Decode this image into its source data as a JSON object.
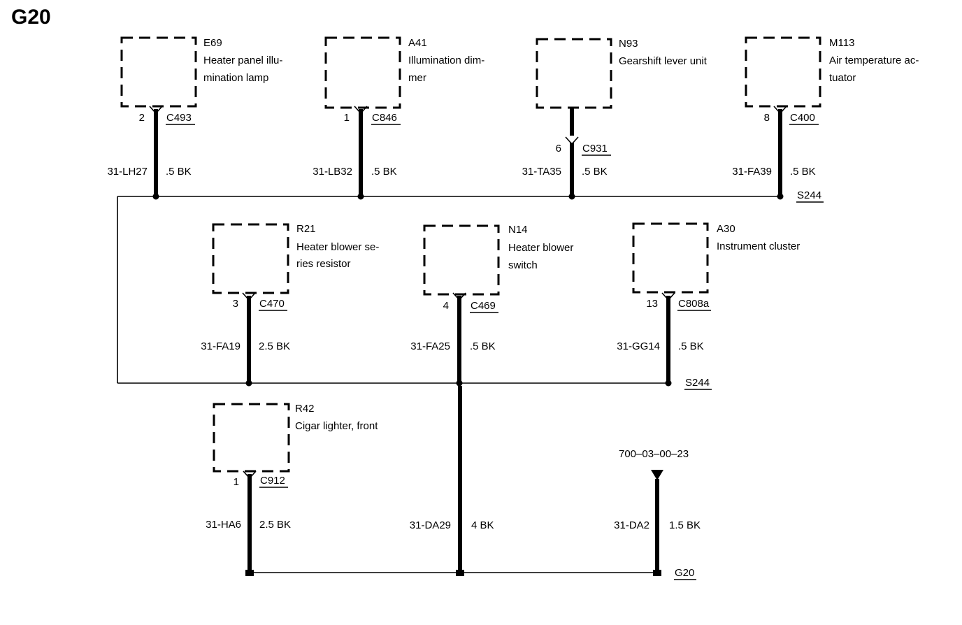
{
  "title": "G20",
  "ref_code": "700–03–00–23",
  "components": [
    {
      "id": "E69",
      "name_lines": [
        "Heater panel illu-",
        "mination lamp"
      ],
      "pin": "2",
      "connector": "C493",
      "wire": "31-LH27",
      "size": ".5 BK"
    },
    {
      "id": "A41",
      "name_lines": [
        "Illumination dim-",
        "mer"
      ],
      "pin": "1",
      "connector": "C846",
      "wire": "31-LB32",
      "size": ".5 BK"
    },
    {
      "id": "N93",
      "name_lines": [
        "Gearshift lever unit"
      ],
      "pin": "6",
      "connector": "C931",
      "wire": "31-TA35",
      "size": ".5 BK"
    },
    {
      "id": "M113",
      "name_lines": [
        "Air temperature ac-",
        "tuator"
      ],
      "pin": "8",
      "connector": "C400",
      "wire": "31-FA39",
      "size": ".5 BK"
    },
    {
      "id": "R21",
      "name_lines": [
        "Heater blower se-",
        "ries resistor"
      ],
      "pin": "3",
      "connector": "C470",
      "wire": "31-FA19",
      "size": "2.5 BK"
    },
    {
      "id": "N14",
      "name_lines": [
        "Heater blower",
        "switch"
      ],
      "pin": "4",
      "connector": "C469",
      "wire": "31-FA25",
      "size": ".5 BK"
    },
    {
      "id": "A30",
      "name_lines": [
        "Instrument cluster"
      ],
      "pin": "13",
      "connector": "C808a",
      "wire": "31-GG14",
      "size": ".5 BK"
    },
    {
      "id": "R42",
      "name_lines": [
        "Cigar lighter, front"
      ],
      "pin": "1",
      "connector": "C912",
      "wire": "31-HA6",
      "size": "2.5 BK"
    }
  ],
  "trunk_wires": [
    {
      "wire": "31-DA29",
      "size": "4 BK"
    },
    {
      "wire": "31-DA2",
      "size": "1.5 BK"
    }
  ],
  "splices": {
    "row1": "S244",
    "row2": "S244"
  },
  "ground": "G20"
}
